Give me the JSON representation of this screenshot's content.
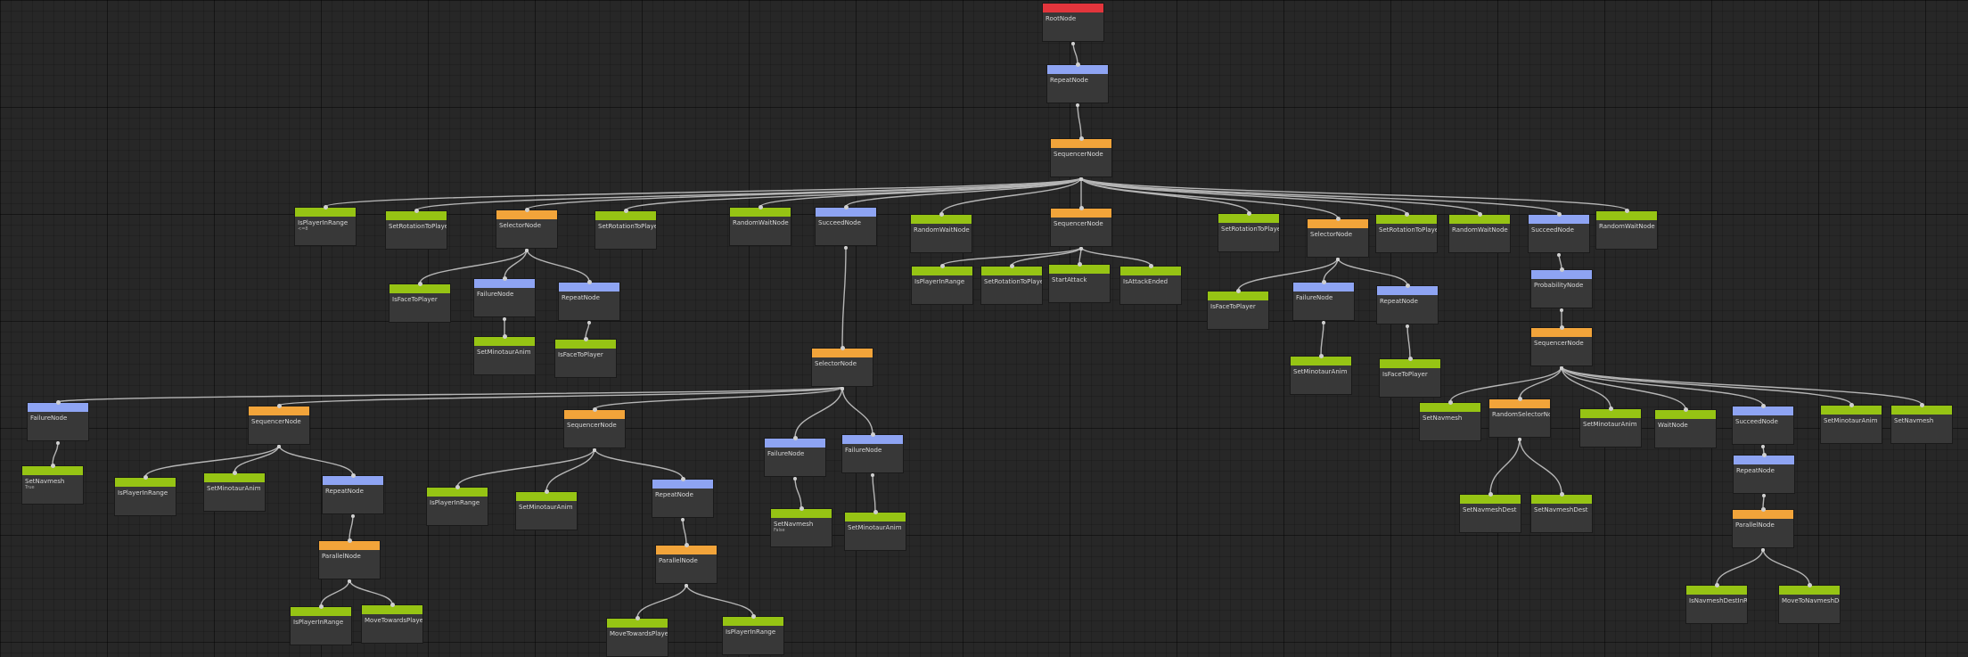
{
  "theme": {
    "root": "#e2353c",
    "decorator": "#8ea4f3",
    "composite": "#f2a43a",
    "action": "#96c414",
    "edge": "#b5b5b5"
  },
  "nodes": [
    {
      "id": "root",
      "label": "RootNode",
      "kind": "root"
    },
    {
      "id": "repeat_top",
      "label": "RepeatNode",
      "kind": "decorator",
      "parent": "root"
    },
    {
      "id": "seq_main",
      "label": "SequencerNode",
      "kind": "composite",
      "parent": "repeat_top"
    },
    {
      "id": "c1",
      "label": "IsPlayerInRange",
      "sub": "<=8",
      "kind": "action",
      "parent": "seq_main"
    },
    {
      "id": "c2",
      "label": "SetRotationToPlayer",
      "kind": "action",
      "parent": "seq_main"
    },
    {
      "id": "sel1",
      "label": "SelectorNode",
      "kind": "composite",
      "parent": "seq_main"
    },
    {
      "id": "c4",
      "label": "SetRotationToPlayer",
      "kind": "action",
      "parent": "seq_main"
    },
    {
      "id": "c5",
      "label": "RandomWaitNode",
      "kind": "action",
      "parent": "seq_main"
    },
    {
      "id": "succ1",
      "label": "SucceedNode",
      "kind": "decorator",
      "parent": "seq_main"
    },
    {
      "id": "c7",
      "label": "RandomWaitNode",
      "kind": "action",
      "parent": "seq_main"
    },
    {
      "id": "seq2",
      "label": "SequencerNode",
      "kind": "composite",
      "parent": "seq_main"
    },
    {
      "id": "c9",
      "label": "SetRotationToPlayer",
      "kind": "action",
      "parent": "seq_main"
    },
    {
      "id": "sel2",
      "label": "SelectorNode",
      "kind": "composite",
      "parent": "seq_main"
    },
    {
      "id": "c11",
      "label": "SetRotationToPlayer",
      "kind": "action",
      "parent": "seq_main"
    },
    {
      "id": "c12",
      "label": "RandomWaitNode",
      "kind": "action",
      "parent": "seq_main"
    },
    {
      "id": "succ2",
      "label": "SucceedNode",
      "kind": "decorator",
      "parent": "seq_main"
    },
    {
      "id": "c14",
      "label": "RandomWaitNode",
      "kind": "action",
      "parent": "seq_main"
    },
    {
      "id": "s1a",
      "label": "IsFaceToPlayer",
      "kind": "action",
      "parent": "sel1"
    },
    {
      "id": "s1b",
      "label": "FailureNode",
      "kind": "decorator",
      "parent": "sel1"
    },
    {
      "id": "s1c",
      "label": "RepeatNode",
      "kind": "decorator",
      "parent": "sel1"
    },
    {
      "id": "s1b1",
      "label": "SetMinotaurAnim",
      "kind": "action",
      "parent": "s1b"
    },
    {
      "id": "s1c1",
      "label": "IsFaceToPlayer",
      "kind": "action",
      "parent": "s1c"
    },
    {
      "id": "q2a",
      "label": "IsPlayerInRange",
      "kind": "action",
      "parent": "seq2"
    },
    {
      "id": "q2b",
      "label": "SetRotationToPlayer",
      "kind": "action",
      "parent": "seq2"
    },
    {
      "id": "q2c",
      "label": "StartAttack",
      "kind": "action",
      "parent": "seq2"
    },
    {
      "id": "q2d",
      "label": "IsAttackEnded",
      "kind": "action",
      "parent": "seq2"
    },
    {
      "id": "s2a",
      "label": "IsFaceToPlayer",
      "kind": "action",
      "parent": "sel2"
    },
    {
      "id": "s2b",
      "label": "FailureNode",
      "kind": "decorator",
      "parent": "sel2"
    },
    {
      "id": "s2c",
      "label": "RepeatNode",
      "kind": "decorator",
      "parent": "sel2"
    },
    {
      "id": "s2b1",
      "label": "SetMinotaurAnim",
      "kind": "action",
      "parent": "s2b"
    },
    {
      "id": "s2c1",
      "label": "IsFaceToPlayer",
      "kind": "action",
      "parent": "s2c"
    },
    {
      "id": "bsel",
      "label": "SelectorNode",
      "kind": "composite",
      "parent": "succ1"
    },
    {
      "id": "b1",
      "label": "FailureNode",
      "kind": "decorator",
      "parent": "bsel"
    },
    {
      "id": "b1a",
      "label": "SetNavmesh",
      "sub": "True",
      "kind": "action",
      "parent": "b1"
    },
    {
      "id": "bs1",
      "label": "SequencerNode",
      "kind": "composite",
      "parent": "bsel"
    },
    {
      "id": "bs1a",
      "label": "IsPlayerInRange",
      "kind": "action",
      "parent": "bs1"
    },
    {
      "id": "bs1b",
      "label": "SetMinotaurAnim",
      "kind": "action",
      "parent": "bs1"
    },
    {
      "id": "bs1c",
      "label": "RepeatNode",
      "kind": "decorator",
      "parent": "bs1"
    },
    {
      "id": "bp1",
      "label": "ParallelNode",
      "kind": "composite",
      "parent": "bs1c"
    },
    {
      "id": "bp1a",
      "label": "IsPlayerInRange",
      "kind": "action",
      "parent": "bp1"
    },
    {
      "id": "bp1b",
      "label": "MoveTowardsPlayer",
      "kind": "action",
      "parent": "bp1"
    },
    {
      "id": "bs2",
      "label": "SequencerNode",
      "kind": "composite",
      "parent": "bsel"
    },
    {
      "id": "bs2a",
      "label": "IsPlayerInRange",
      "kind": "action",
      "parent": "bs2"
    },
    {
      "id": "bs2b",
      "label": "SetMinotaurAnim",
      "kind": "action",
      "parent": "bs2"
    },
    {
      "id": "bs2c",
      "label": "RepeatNode",
      "kind": "decorator",
      "parent": "bs2"
    },
    {
      "id": "bp2",
      "label": "ParallelNode",
      "kind": "composite",
      "parent": "bs2c"
    },
    {
      "id": "bp2a",
      "label": "MoveTowardsPlayer",
      "kind": "action",
      "parent": "bp2"
    },
    {
      "id": "bp2b",
      "label": "IsPlayerInRange",
      "kind": "action",
      "parent": "bp2"
    },
    {
      "id": "b4",
      "label": "FailureNode",
      "kind": "decorator",
      "parent": "bsel"
    },
    {
      "id": "b4a",
      "label": "SetNavmesh",
      "sub": "False",
      "kind": "action",
      "parent": "b4"
    },
    {
      "id": "b5",
      "label": "FailureNode",
      "kind": "decorator",
      "parent": "bsel"
    },
    {
      "id": "b5a",
      "label": "SetMinotaurAnim",
      "kind": "action",
      "parent": "b5"
    },
    {
      "id": "prob",
      "label": "ProbabilityNode",
      "kind": "decorator",
      "parent": "succ2"
    },
    {
      "id": "rseq",
      "label": "SequencerNode",
      "kind": "composite",
      "parent": "prob"
    },
    {
      "id": "r1",
      "label": "SetNavmesh",
      "kind": "action",
      "parent": "rseq"
    },
    {
      "id": "r2",
      "label": "RandomSelectorNode",
      "kind": "composite",
      "parent": "rseq"
    },
    {
      "id": "r2a",
      "label": "SetNavmeshDest",
      "kind": "action",
      "parent": "r2"
    },
    {
      "id": "r2b",
      "label": "SetNavmeshDest",
      "kind": "action",
      "parent": "r2"
    },
    {
      "id": "r3",
      "label": "SetMinotaurAnim",
      "kind": "action",
      "parent": "rseq"
    },
    {
      "id": "r4",
      "label": "WaitNode",
      "kind": "action",
      "parent": "rseq"
    },
    {
      "id": "r5",
      "label": "SucceedNode",
      "kind": "decorator",
      "parent": "rseq"
    },
    {
      "id": "r5a",
      "label": "RepeatNode",
      "kind": "decorator",
      "parent": "r5"
    },
    {
      "id": "r5b",
      "label": "ParallelNode",
      "kind": "composite",
      "parent": "r5a"
    },
    {
      "id": "r5b1",
      "label": "IsNavmeshDestInRange",
      "kind": "action",
      "parent": "r5b"
    },
    {
      "id": "r5b2",
      "label": "MoveToNavmeshDest",
      "kind": "action",
      "parent": "r5b"
    },
    {
      "id": "r6",
      "label": "SetMinotaurAnim",
      "kind": "action",
      "parent": "rseq"
    },
    {
      "id": "r7",
      "label": "SetNavmesh",
      "kind": "action",
      "parent": "rseq"
    }
  ]
}
